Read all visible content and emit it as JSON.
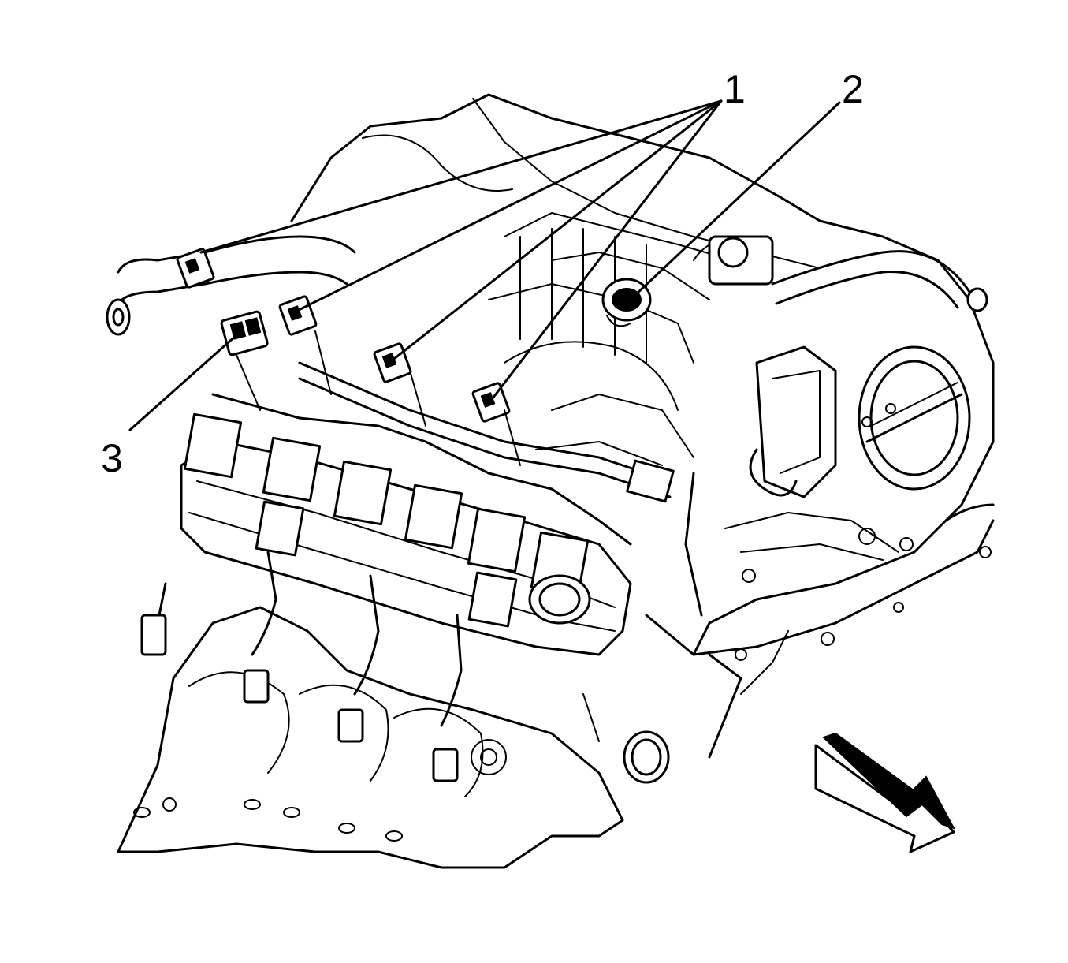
{
  "callouts": [
    {
      "id": "1",
      "text": "1"
    },
    {
      "id": "2",
      "text": "2"
    },
    {
      "id": "3",
      "text": "3"
    }
  ],
  "icons": {
    "direction_arrow": "front-direction-arrow-icon",
    "engine": "engine-assembly-illustration"
  },
  "colors": {
    "ink": "#000000",
    "paper": "#ffffff"
  }
}
